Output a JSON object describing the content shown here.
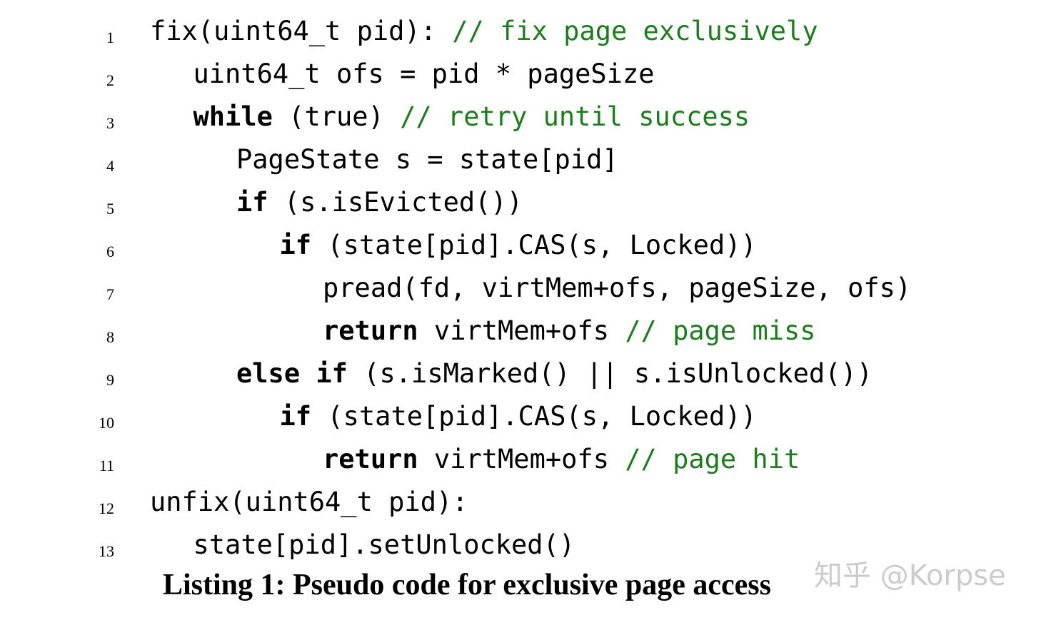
{
  "listing": {
    "lines": [
      {
        "no": "1",
        "indent": 0,
        "parts": [
          {
            "t": "fix(uint64_t pid): ",
            "k": "n"
          },
          {
            "t": "// fix page exclusively",
            "k": "c"
          }
        ]
      },
      {
        "no": "2",
        "indent": 1,
        "parts": [
          {
            "t": "uint64_t ofs = pid * pageSize",
            "k": "n"
          }
        ]
      },
      {
        "no": "3",
        "indent": 1,
        "parts": [
          {
            "t": "while",
            "k": "k"
          },
          {
            "t": " (true) ",
            "k": "n"
          },
          {
            "t": "// retry until success",
            "k": "c"
          }
        ]
      },
      {
        "no": "4",
        "indent": 2,
        "parts": [
          {
            "t": "PageState s = state[pid]",
            "k": "n"
          }
        ]
      },
      {
        "no": "5",
        "indent": 2,
        "parts": [
          {
            "t": "if",
            "k": "k"
          },
          {
            "t": " (s.isEvicted())",
            "k": "n"
          }
        ]
      },
      {
        "no": "6",
        "indent": 3,
        "parts": [
          {
            "t": "if",
            "k": "k"
          },
          {
            "t": " (state[pid].CAS(s, Locked))",
            "k": "n"
          }
        ]
      },
      {
        "no": "7",
        "indent": 4,
        "parts": [
          {
            "t": "pread(fd, virtMem+ofs, pageSize, ofs)",
            "k": "n"
          }
        ]
      },
      {
        "no": "8",
        "indent": 4,
        "parts": [
          {
            "t": "return",
            "k": "k"
          },
          {
            "t": " virtMem+ofs ",
            "k": "n"
          },
          {
            "t": "// page miss",
            "k": "c"
          }
        ]
      },
      {
        "no": "9",
        "indent": 2,
        "parts": [
          {
            "t": "else if",
            "k": "k"
          },
          {
            "t": " (s.isMarked() || s.isUnlocked())",
            "k": "n"
          }
        ]
      },
      {
        "no": "10",
        "indent": 3,
        "parts": [
          {
            "t": "if",
            "k": "k"
          },
          {
            "t": " (state[pid].CAS(s, Locked))",
            "k": "n"
          }
        ]
      },
      {
        "no": "11",
        "indent": 4,
        "parts": [
          {
            "t": "return",
            "k": "k"
          },
          {
            "t": " virtMem+ofs ",
            "k": "n"
          },
          {
            "t": "// page hit",
            "k": "c"
          }
        ]
      },
      {
        "no": "12",
        "indent": 0,
        "parts": [
          {
            "t": "unfix(uint64_t pid):",
            "k": "n"
          }
        ]
      },
      {
        "no": "13",
        "indent": 1,
        "parts": [
          {
            "t": "state[pid].setUnlocked()",
            "k": "n"
          }
        ]
      }
    ],
    "caption": "Listing 1: Pseudo code for exclusive page access"
  },
  "watermark": "知乎 @Korpse",
  "colors": {
    "comment": "#1a7f1a",
    "text": "#000000"
  }
}
